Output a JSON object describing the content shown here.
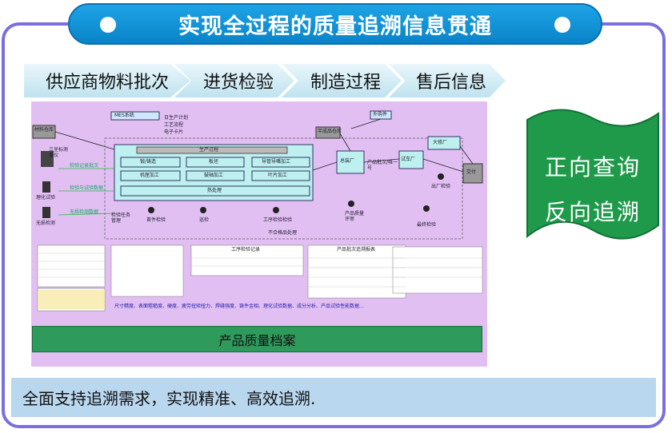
{
  "title": "实现全过程的质量追溯信息贯通",
  "steps": [
    "供应商物料批次",
    "进货检验",
    "制造过程",
    "售后信息"
  ],
  "flag": {
    "line1": "正向查询",
    "line2": "反向追溯"
  },
  "diagram": {
    "material_store": "材料仓库",
    "mes": "MES系统",
    "plan_lines": [
      "日生产计划",
      "工艺流程",
      "电子卡片"
    ],
    "outsource": "外购件",
    "semi_store": "半成品仓库",
    "process_title": "生产过程",
    "cells": [
      "锻/铸造",
      "板坯",
      "导管导嘴加工",
      "机匣加工",
      "鼓轴加工",
      "叶片加工",
      "热处理"
    ],
    "side_tools": [
      "三坐标测量仪",
      "理化试验",
      "无损检测"
    ],
    "arrow_notes": [
      "检验记录批次",
      "检验与试验数据",
      "无损检测数据"
    ],
    "final_assembly": "总装厂",
    "test_plant": "试车厂",
    "delivery": "交付",
    "aftersale": "大修厂",
    "product_flow": [
      "产品批次/唯一号"
    ],
    "inspections": [
      "首件检验",
      "巡检",
      "工序检验检验",
      "产品质量评审",
      "出厂检验",
      "最终检验"
    ],
    "task_mgmt": "检验任务管理",
    "nonconf": "不合格品处理",
    "table_caption": "工序检验记录",
    "report_caption": "产品批次追溯报表",
    "data_note": "尺寸精度、表面粗糙度、硬度、疲劳扭矩扭力、焊缝强度、铸件金相、理化试验数据、成分分析、产品试验性能数据…",
    "archive": "产品质量档案"
  },
  "bottom_text": "全面支持追溯需求，实现精准、高效追溯."
}
